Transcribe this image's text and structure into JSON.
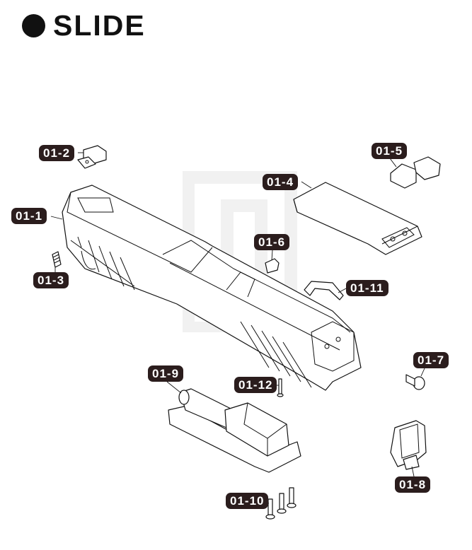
{
  "header": {
    "title": "SLIDE"
  },
  "parts": [
    {
      "id": "p1",
      "label": "01-1"
    },
    {
      "id": "p2",
      "label": "01-2"
    },
    {
      "id": "p3",
      "label": "01-3"
    },
    {
      "id": "p4",
      "label": "01-4"
    },
    {
      "id": "p5",
      "label": "01-5"
    },
    {
      "id": "p6",
      "label": "01-6"
    },
    {
      "id": "p7",
      "label": "01-7"
    },
    {
      "id": "p8",
      "label": "01-8"
    },
    {
      "id": "p9",
      "label": "01-9"
    },
    {
      "id": "p10",
      "label": "01-10"
    },
    {
      "id": "p11",
      "label": "01-11"
    },
    {
      "id": "p12",
      "label": "01-12"
    }
  ]
}
